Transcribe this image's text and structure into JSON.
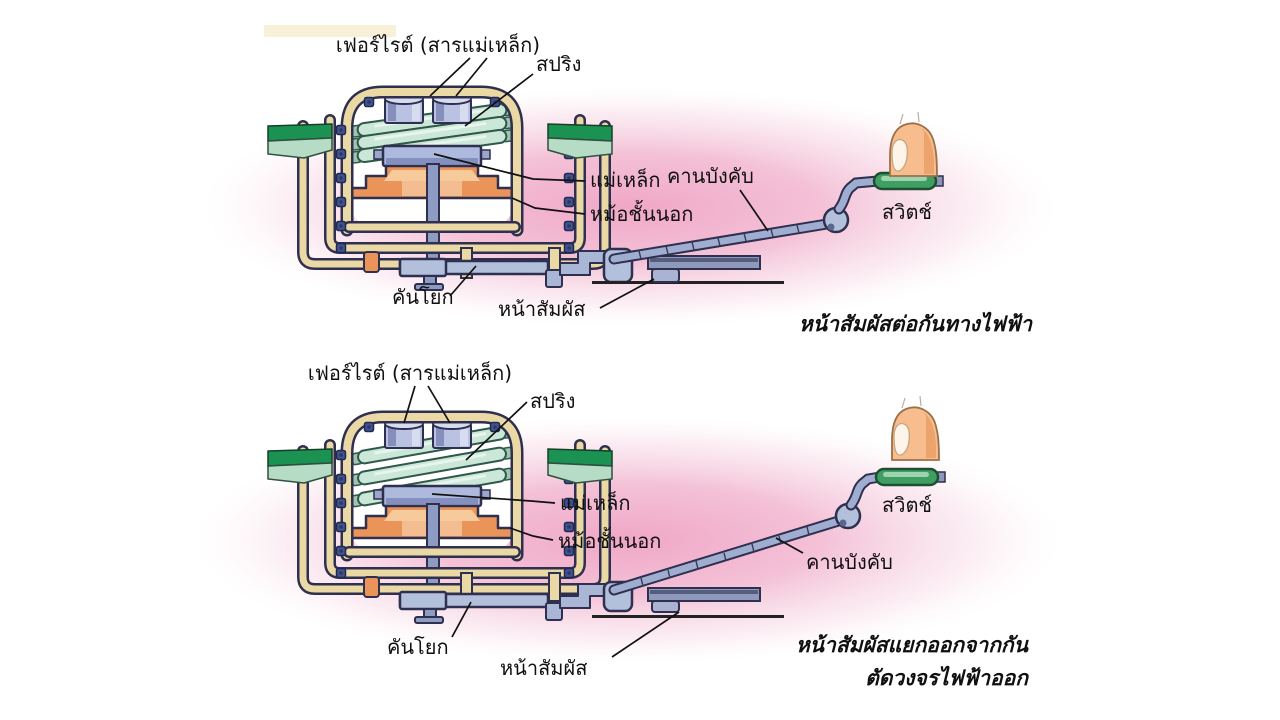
{
  "figure": {
    "type": "diagram",
    "language": "th",
    "diagrams": [
      {
        "id": "contacts-closed",
        "labels": {
          "ferrite": "เฟอร์ไรต์ (สารแม่เหล็ก)",
          "spring": "สปริง",
          "magnet": "แม่เหล็ก",
          "outer_pot": "หม้อชั้นนอก",
          "control_beam": "คานบังคับ",
          "switch": "สวิตช์",
          "lever": "คันโยก",
          "contact": "หน้าสัมผัส"
        },
        "caption": "หน้าสัมผัสต่อกันทางไฟฟ้า"
      },
      {
        "id": "contacts-open",
        "labels": {
          "ferrite": "เฟอร์ไรต์ (สารแม่เหล็ก)",
          "spring": "สปริง",
          "magnet": "แม่เหล็ก",
          "outer_pot": "หม้อชั้นนอก",
          "control_beam": "คานบังคับ",
          "switch": "สวิตช์",
          "lever": "คันโยก",
          "contact": "หน้าสัมผัส"
        },
        "caption_line1": "หน้าสัมผัสแยกออกจากกัน",
        "caption_line2": "ตัดวงจรไฟฟ้าออก"
      }
    ],
    "colors": {
      "background": "#ffffff",
      "glow_pink": "#f0a3c4",
      "pot_cream": "#ead9a4",
      "outline_navy": "#2f2f4f",
      "bolt_blue": "#43538a",
      "flange_green": "#1b9152",
      "flange_green_light": "#b7dcc6",
      "ferrite_lavender": "#b9c2e2",
      "spring_mint": "#cbe7d8",
      "magnet_periwinkle": "#aebadd",
      "bracket_orange": "#ea9459",
      "metal_blue": "#b3c0dc",
      "metal_blue_dark": "#8e99bb",
      "switch_green": "#3f9f63",
      "finger_skin": "#f7bd8e",
      "text": "#101010"
    }
  }
}
